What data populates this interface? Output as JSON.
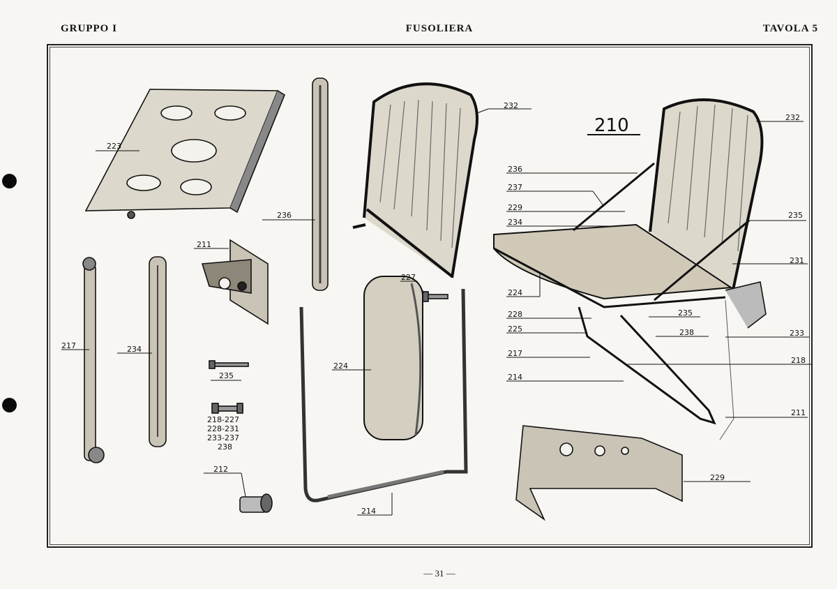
{
  "header": {
    "left": "GRUPPO I",
    "center": "FUSOLIERA",
    "right": "TAVOLA 5"
  },
  "plate_number": "210",
  "labels": {
    "223": "223",
    "236a": "236",
    "232a": "232",
    "211a": "211",
    "217a": "217",
    "234a": "234",
    "235a": "235",
    "group1": "218-227",
    "group2": "228-231",
    "group3": "233-237",
    "group4": "238",
    "212": "212",
    "224a": "224",
    "214a": "214",
    "227": "227",
    "232b": "232",
    "236b": "236",
    "237": "237",
    "229a": "229",
    "234b": "234",
    "235b": "235",
    "231": "231",
    "224b": "224",
    "228": "228",
    "225": "225",
    "217b": "217",
    "214b": "214",
    "235c": "235",
    "238": "238",
    "233": "233",
    "218": "218",
    "211b": "211",
    "229b": "229"
  },
  "footer": {
    "page": "— 31 —"
  }
}
